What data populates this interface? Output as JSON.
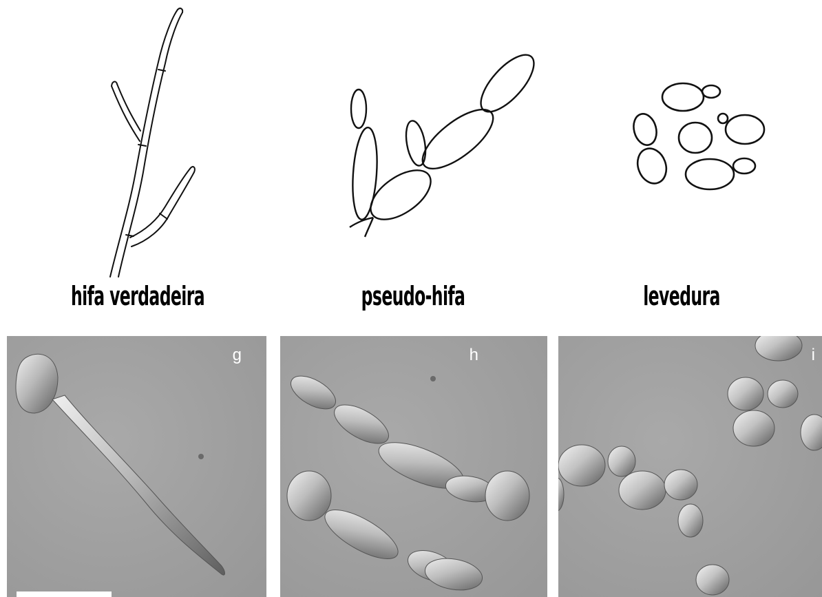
{
  "morphologies": [
    {
      "label": "hifa verdadeira",
      "panel": "g"
    },
    {
      "label": "pseudo-hifa",
      "panel": "h"
    },
    {
      "label": "levedura",
      "panel": "i"
    }
  ],
  "colors": {
    "line": "#000000",
    "photo_bg": "#a3a3a3",
    "cell_light": "#e6e6e6",
    "cell_dark": "#6e6e6e"
  }
}
